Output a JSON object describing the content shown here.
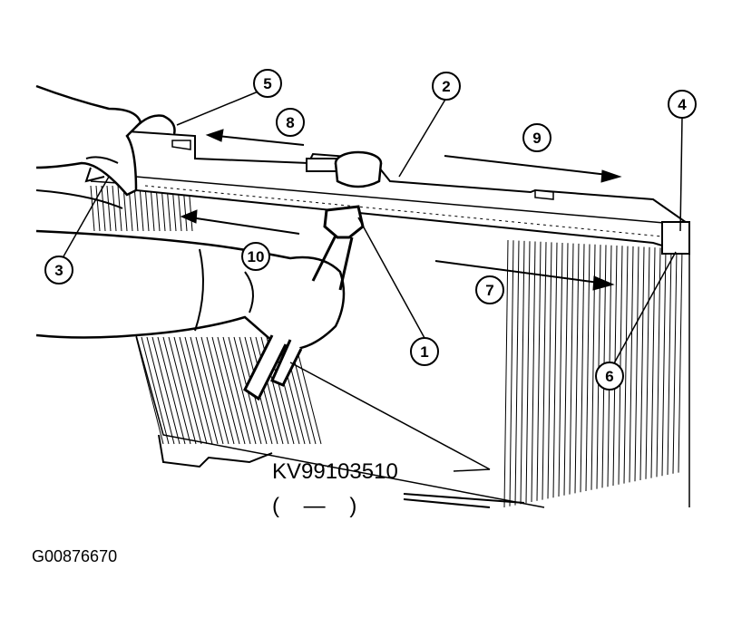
{
  "callouts": [
    {
      "id": "1",
      "text": "1"
    },
    {
      "id": "2",
      "text": "2"
    },
    {
      "id": "3",
      "text": "3"
    },
    {
      "id": "4",
      "text": "4"
    },
    {
      "id": "5",
      "text": "5"
    },
    {
      "id": "6",
      "text": "6"
    },
    {
      "id": "7",
      "text": "7"
    },
    {
      "id": "8",
      "text": "8"
    },
    {
      "id": "9",
      "text": "9"
    },
    {
      "id": "10",
      "text": "10"
    }
  ],
  "tool": {
    "part_number": "KV99103510",
    "part_alt": "(    —    )"
  },
  "figure_id": "G00876670",
  "colors": {
    "ink": "#000000",
    "paper": "#ffffff"
  }
}
